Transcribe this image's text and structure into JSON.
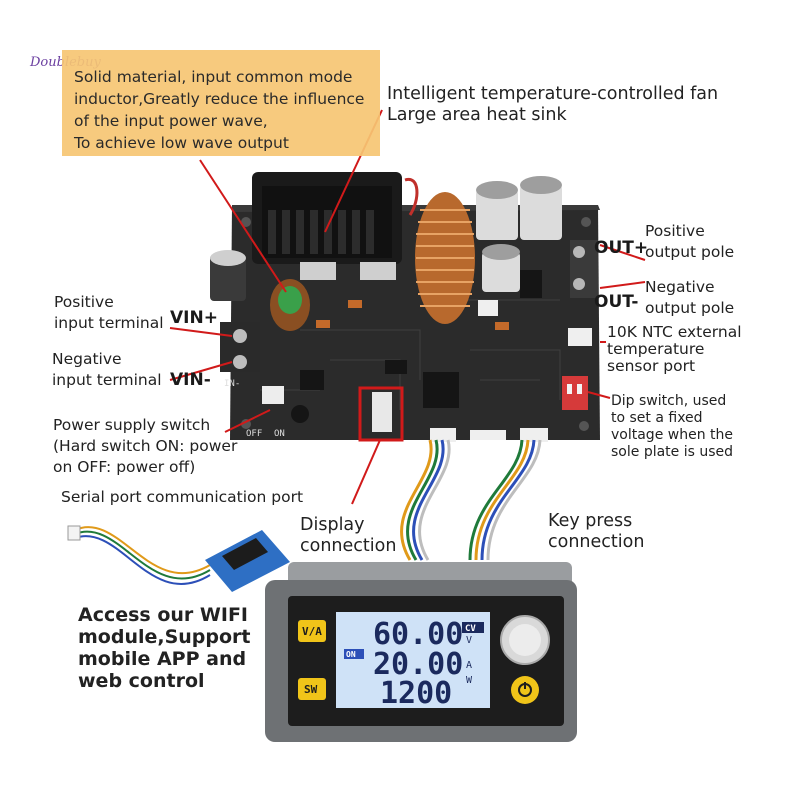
{
  "watermark": "Doublebuy",
  "callouts": {
    "inductor": [
      "Solid material, input common mode",
      "inductor,Greatly reduce the influence",
      "of the input power wave,",
      "To achieve low wave output"
    ],
    "fan": [
      "Intelligent temperature-controlled fan",
      "Large area heat sink"
    ],
    "positive_output": [
      "Positive",
      "output pole"
    ],
    "negative_output": [
      "Negative",
      "output pole"
    ],
    "ntc": [
      "10K NTC external",
      "temperature",
      "sensor port"
    ],
    "dip": [
      "Dip switch, used",
      "to set a fixed",
      "voltage when the",
      "sole plate is used"
    ],
    "positive_input": [
      "Positive",
      "input terminal"
    ],
    "negative_input": [
      "Negative",
      "input terminal"
    ],
    "power_switch": [
      "Power supply switch",
      "(Hard switch ON: power",
      "on OFF: power off)"
    ],
    "serial": "Serial port communication port",
    "display_conn": [
      "Display",
      "connection"
    ],
    "key_press": [
      "Key press",
      "connection"
    ],
    "wifi": [
      "Access our WIFI",
      "module,Support",
      "mobile APP and",
      "web control"
    ]
  },
  "pins": {
    "out_plus": "OUT+",
    "out_minus": "OUT-",
    "vin_plus": "VIN+",
    "vin_minus": "VIN-",
    "off": "OFF",
    "on": "ON",
    "in": "IN-"
  },
  "display": {
    "voltage": "60.00",
    "current": "20.00",
    "power": "1200",
    "cv_badge": "CV",
    "unit_v": "V",
    "unit_a": "A",
    "unit_w": "W",
    "on_badge": "ON",
    "btn_va": "V/A",
    "btn_sw": "SW"
  },
  "colors": {
    "callout_bg": "#f6c673",
    "leader_line": "#d11a1a",
    "lcd_bg": "#cfe2f7",
    "lcd_text": "#1b2a5e",
    "button_yellow": "#f0c419",
    "pcb": "#2e2e2e",
    "panel_gray": "#7a7d80"
  }
}
